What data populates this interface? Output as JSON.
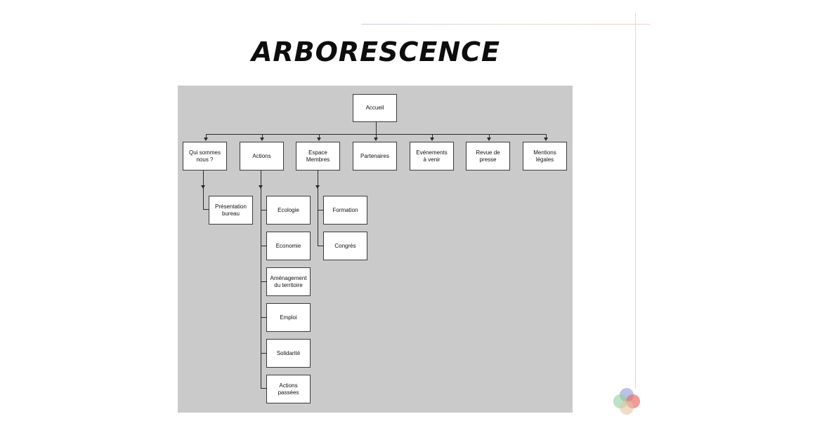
{
  "title": "ARBORESCENCE",
  "tree": {
    "root": "Accueil",
    "level1": [
      "Qui sommes\nnous ?",
      "Actions",
      "Espace\nMembres",
      "Partenaires",
      "Evénements\nà venir",
      "Revue de\npresse",
      "Mentions\nlégales"
    ],
    "qui_sommes_nous": [
      "Présentation\nbureau"
    ],
    "actions": [
      "Ecologie",
      "Economie",
      "Aménagement\ndu territoire",
      "Emploi",
      "Solidarité",
      "Actions passées"
    ],
    "espace_membres": [
      "Formation",
      "Congrès"
    ]
  },
  "colors": {
    "panel": "#cacaca",
    "box_border": "#3a3a3a",
    "connector": "#2a2a2a",
    "logo": [
      "#8f98d3",
      "#8fd0a0",
      "#e5726b",
      "#e7c3a3"
    ]
  }
}
